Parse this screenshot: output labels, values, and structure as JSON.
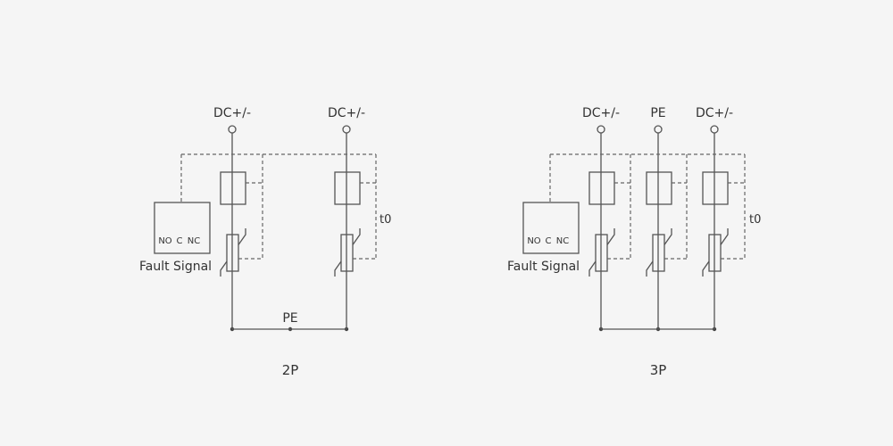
{
  "diagrams": [
    {
      "caption": "2P",
      "terminal_labels": [
        "DC+/-",
        "DC+/-"
      ],
      "bus_label": "PE",
      "delay_label": "t0",
      "fault_signal_label": "Fault Signal",
      "relay_contacts": [
        "NO",
        "C",
        "NC"
      ]
    },
    {
      "caption": "3P",
      "terminal_labels": [
        "DC+/-",
        "PE",
        "DC+/-"
      ],
      "delay_label": "t0",
      "fault_signal_label": "Fault Signal",
      "relay_contacts": [
        "NO",
        "C",
        "NC"
      ]
    }
  ]
}
